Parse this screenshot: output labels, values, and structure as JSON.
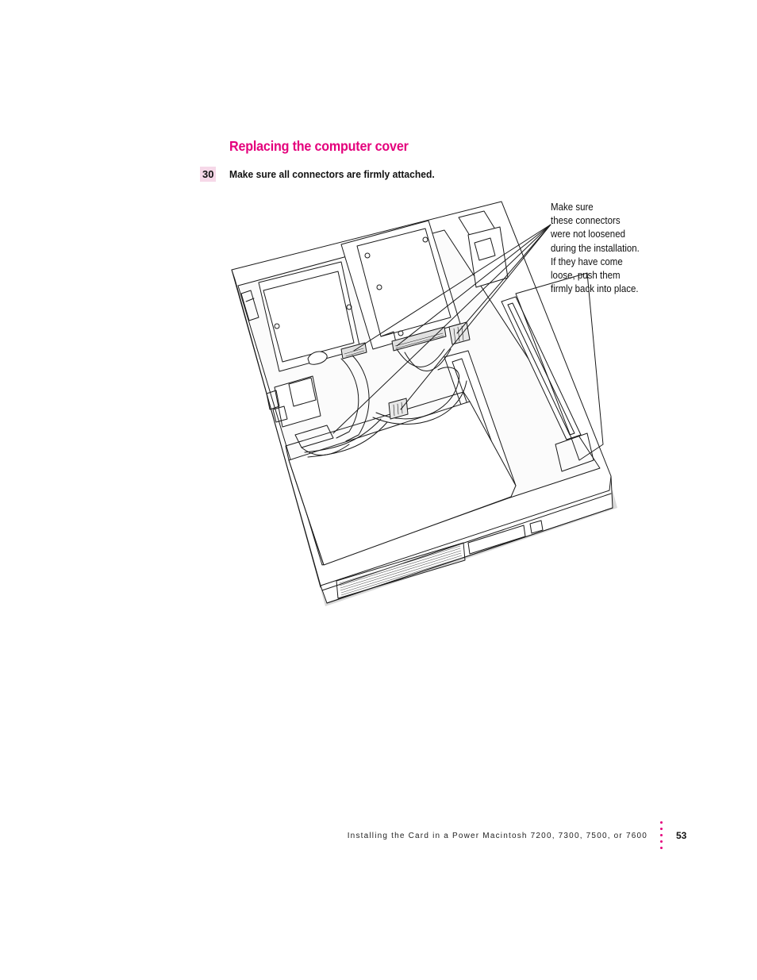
{
  "section": {
    "heading": "Replacing the computer cover"
  },
  "step": {
    "number": "30",
    "text": "Make sure all connectors are firmly attached."
  },
  "callout": {
    "lines": [
      "Make sure",
      "these connectors",
      "were not loosened",
      "during the installation.",
      "If they have come",
      "loose, push them",
      "firmly back into place."
    ]
  },
  "illustration": {
    "icon": "computer-interior-illustration"
  },
  "footer": {
    "running_title": "Installing the Card in a Power Macintosh 7200, 7300, 7500, or 7600",
    "page_number": "53"
  },
  "colors": {
    "accent": "#e4007c",
    "step_badge": "#f6d8e8"
  }
}
